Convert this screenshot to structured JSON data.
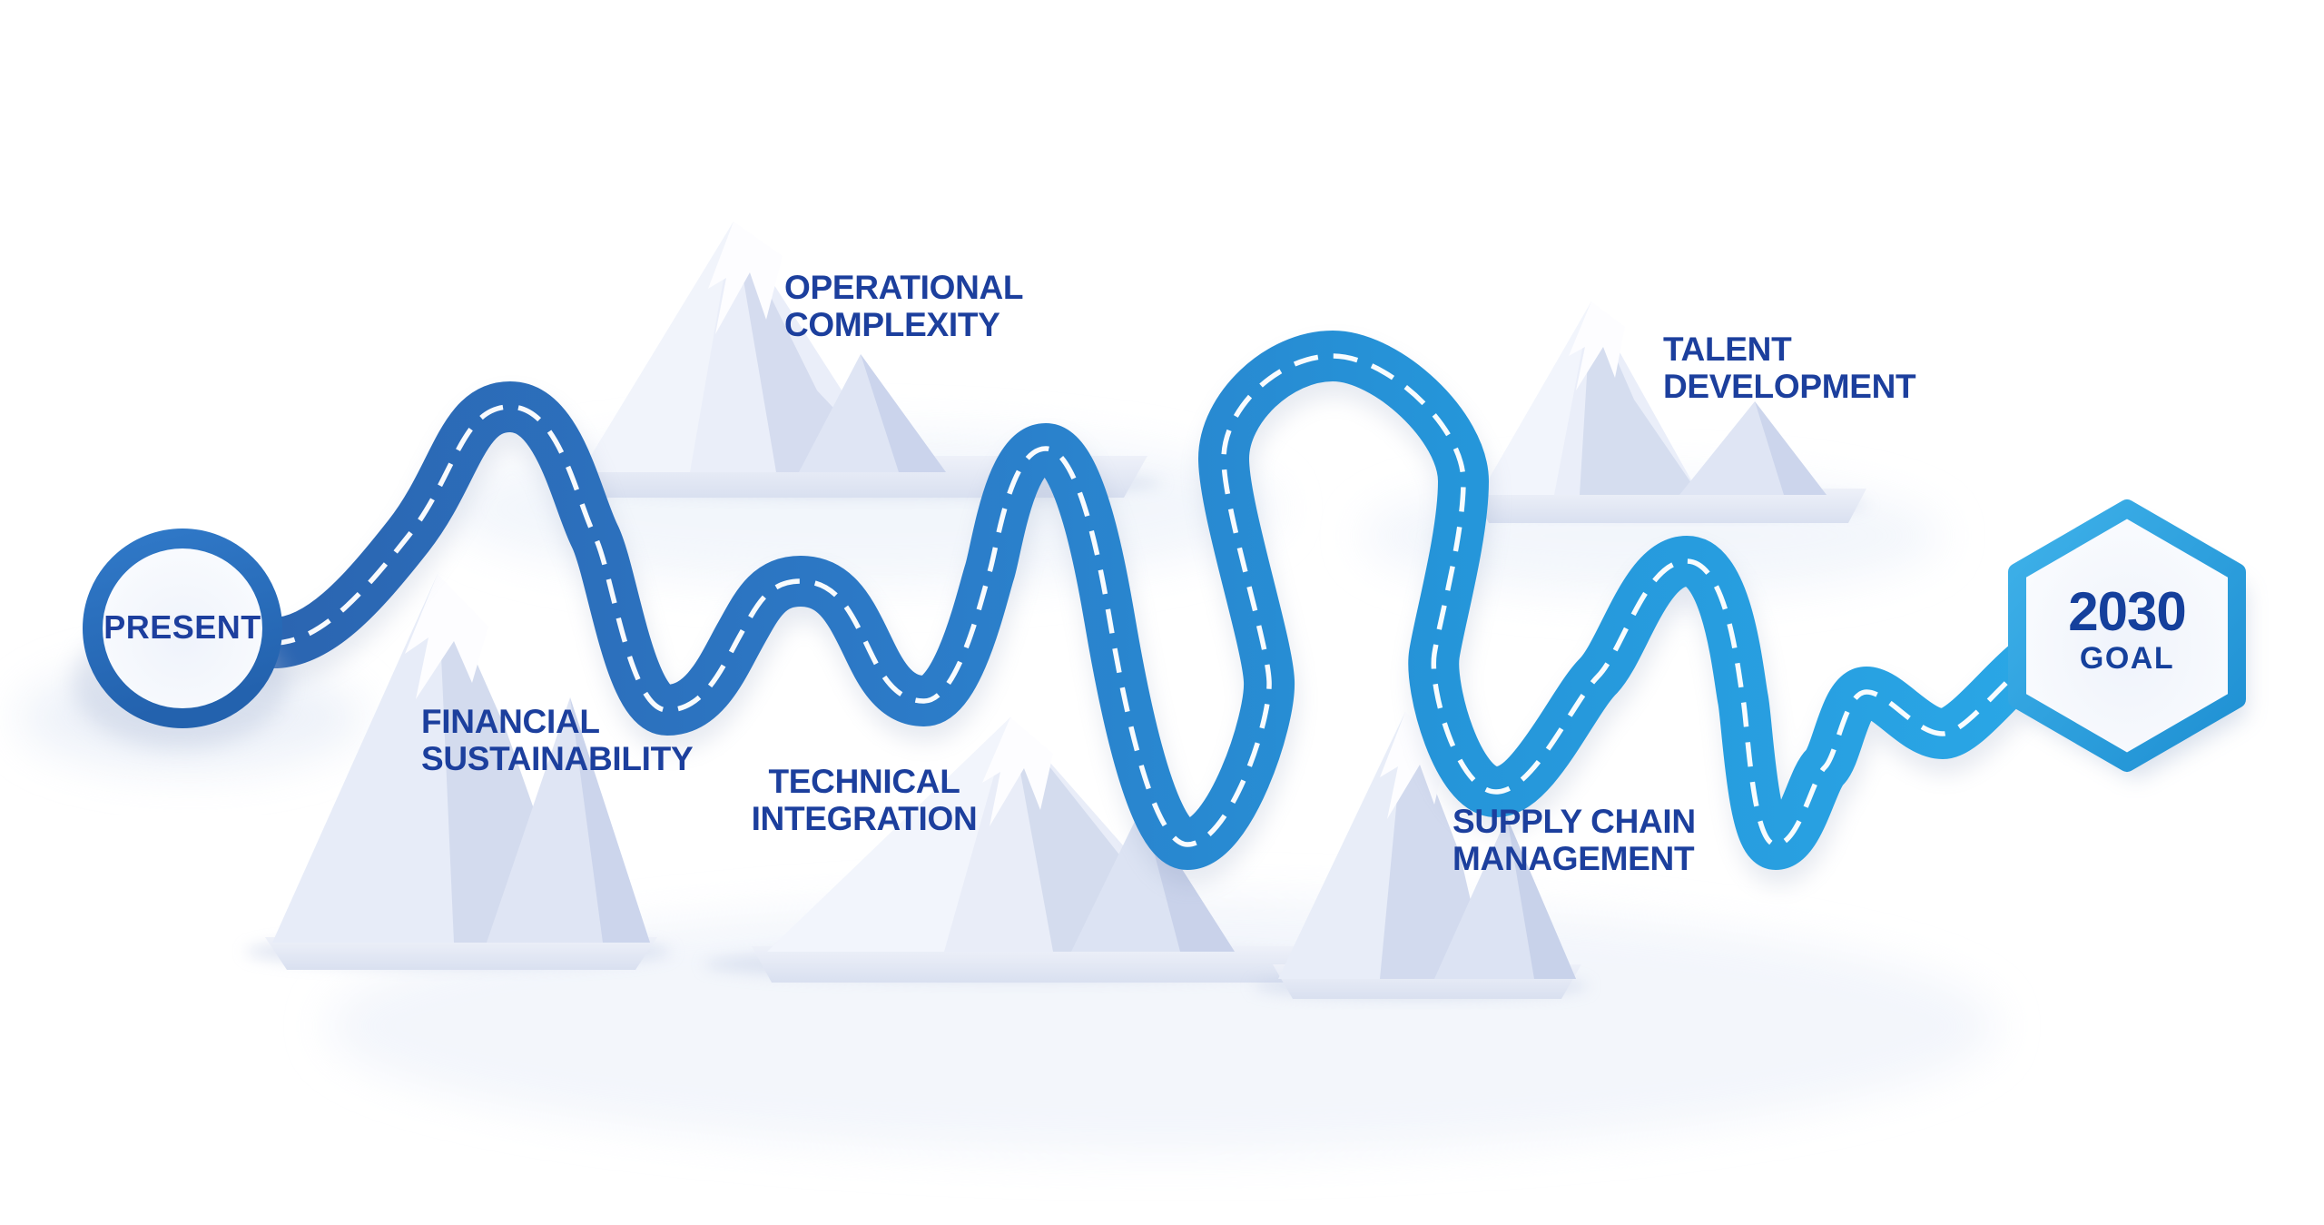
{
  "diagram": {
    "type": "winding-road-roadmap",
    "start_node": {
      "label": "PRESENT"
    },
    "goal_node": {
      "year": "2030",
      "label": "GOAL"
    },
    "milestones": [
      {
        "id": "operational-complexity",
        "lines": [
          "OPERATIONAL",
          "COMPLEXITY"
        ]
      },
      {
        "id": "financial-sustainability",
        "lines": [
          "FINANCIAL",
          "SUSTAINABILITY"
        ]
      },
      {
        "id": "technical-integration",
        "lines": [
          "TECHNICAL",
          "INTEGRATION"
        ]
      },
      {
        "id": "supply-chain-management",
        "lines": [
          "SUPPLY CHAIN",
          "MANAGEMENT"
        ]
      },
      {
        "id": "talent-development",
        "lines": [
          "TALENT",
          "DEVELOPMENT"
        ]
      }
    ],
    "colors": {
      "road_gradient_start": "#2b64b0",
      "road_gradient_end": "#2aa8e7",
      "road_dash_line": "#ffffff",
      "present_ring": "#2a6ab7",
      "goal_ring": "#2ea9e6",
      "label_text": "#1c3f9d",
      "mountain_light": "#eaeef9",
      "mountain_shade": "#d4dcee"
    }
  }
}
